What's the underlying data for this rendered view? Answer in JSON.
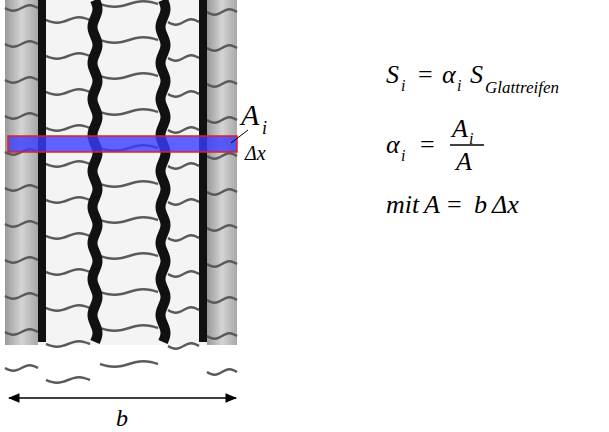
{
  "diagram": {
    "labels": [
      "A",
      "i",
      "Δx",
      "S",
      "i",
      "=",
      "α",
      "i",
      "S",
      "Glattreifen",
      "α",
      "i",
      "=",
      "A",
      "i",
      "A",
      "mit",
      "A",
      "=",
      "b",
      "Δx",
      "b"
    ]
  }
}
